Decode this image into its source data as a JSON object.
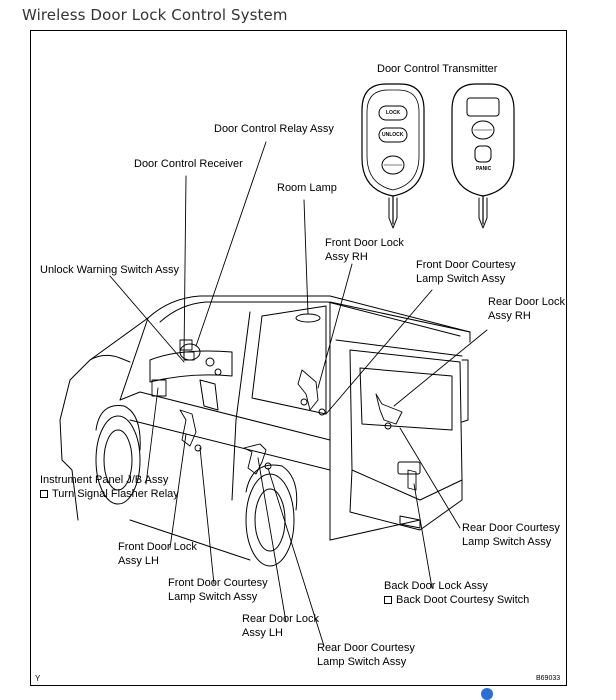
{
  "page": {
    "title": "Wireless Door Lock Control System"
  },
  "diagram": {
    "transmitter_label": "Door Control Transmitter",
    "transmitter_buttons": {
      "lock": "LOCK",
      "unlock": "UNLOCK",
      "panic": "PANIC"
    },
    "labels": {
      "door_control_relay": "Door Control Relay Assy",
      "door_control_receiver": "Door Control Receiver",
      "room_lamp": "Room Lamp",
      "front_door_lock_rh_1": "Front Door Lock",
      "front_door_lock_rh_2": "Assy RH",
      "unlock_warning_switch": "Unlock Warning Switch Assy",
      "front_courtesy_rh_1": "Front Door Courtesy",
      "front_courtesy_rh_2": "Lamp Switch Assy",
      "rear_door_lock_rh_1": "Rear Door Lock",
      "rear_door_lock_rh_2": "Assy RH",
      "instrument_panel_jb": "Instrument Panel J/B Assy",
      "turn_signal_relay": "Turn Signal Flasher Relay",
      "rear_courtesy_right_1": "Rear Door Courtesy",
      "rear_courtesy_right_2": "Lamp Switch Assy",
      "front_door_lock_lh_1": "Front Door Lock",
      "front_door_lock_lh_2": "Assy LH",
      "front_courtesy_lh_1": "Front Door Courtesy",
      "front_courtesy_lh_2": "Lamp Switch Assy",
      "back_door_lock": "Back Door Lock Assy",
      "back_door_courtesy": "Back Doot Courtesy Switch",
      "rear_door_lock_lh_1": "Rear Door Lock",
      "rear_door_lock_lh_2": "Assy LH",
      "rear_courtesy_bottom_1": "Rear Door Courtesy",
      "rear_courtesy_bottom_2": "Lamp Switch Assy"
    },
    "corner_mark": "Y",
    "figure_code": "B69033"
  }
}
